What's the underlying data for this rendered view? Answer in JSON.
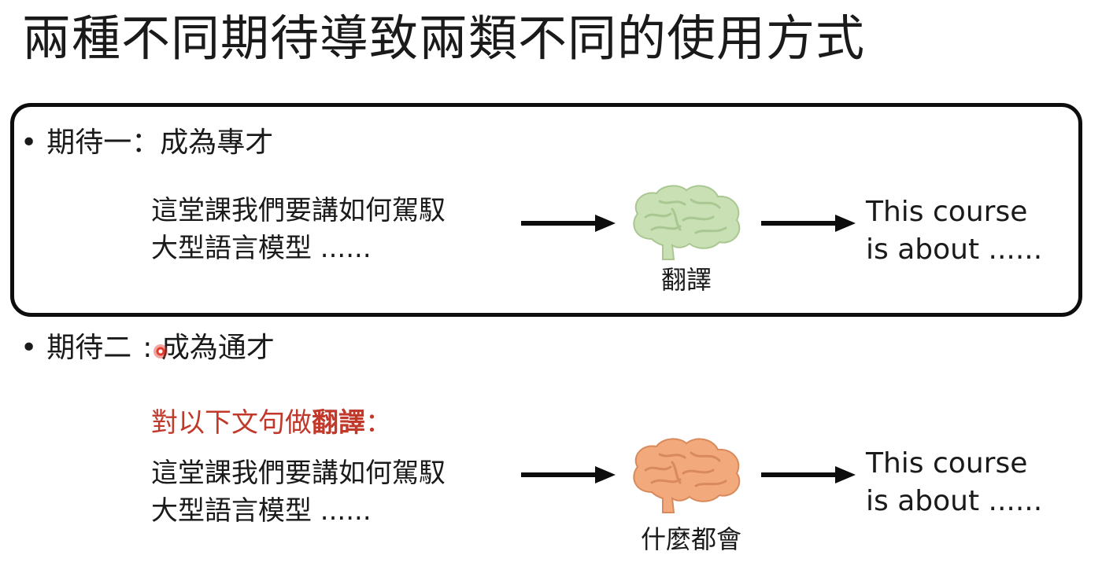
{
  "slide": {
    "title": "兩種不同期待導致兩類不同的使用方式"
  },
  "expectation_one": {
    "bullet": "•",
    "label": "期待一：成為專才",
    "input_line1": "這堂課我們要講如何駕馭",
    "input_line2": "大型語言模型 ......",
    "model_caption": "翻譯",
    "output_line1": "This course",
    "output_line2": "is about ......"
  },
  "expectation_two": {
    "bullet": "•",
    "label_part1": "期待二",
    "label_part2": ": 成為通才",
    "prompt_part1": "對以下文句做",
    "prompt_bold": "翻譯",
    "prompt_part2": "：",
    "input_line1": "這堂課我們要講如何駕馭",
    "input_line2": "大型語言模型 ......",
    "model_caption": "什麼都會",
    "output_line1": "This course",
    "output_line2": "is about ......"
  },
  "colors": {
    "specialist_brain": "#c9dfb4",
    "specialist_brain_stroke": "#a9c891",
    "generalist_brain": "#f2a97c",
    "generalist_brain_stroke": "#d98a5d",
    "prompt_red": "#c0392b",
    "box_border": "#0d0d0d"
  },
  "icons": [
    "brain-icon",
    "right-arrow-icon",
    "laser-pointer-icon"
  ]
}
